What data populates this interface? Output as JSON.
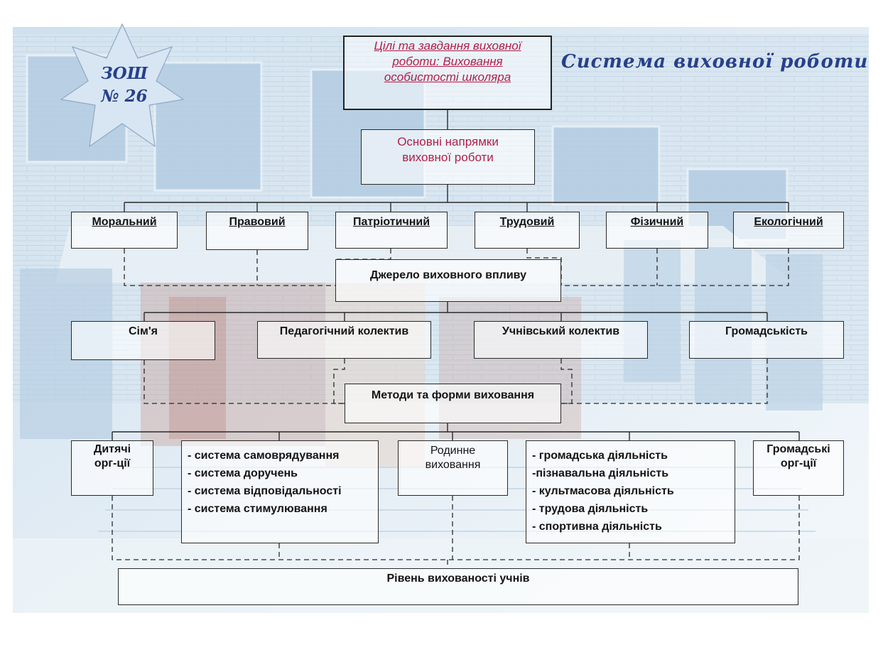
{
  "title": "Система виховної роботи",
  "badge": {
    "line1": "ЗОШ",
    "line2": "№ 26"
  },
  "goal": {
    "lines": [
      "Цілі та завдання виховної",
      "роботи: Виховання",
      "особистості школяра"
    ]
  },
  "directions_header": {
    "lines": [
      "Основні напрямки",
      "виховної роботи"
    ]
  },
  "directions": [
    "Моральний",
    "Правовий",
    "Патріотичний",
    "Трудовий",
    "Фізичний",
    "Екологічний"
  ],
  "sources_header": "Джерело виховного впливу",
  "sources": [
    "Сім'я",
    "Педагогічний колектив",
    "Учнівський колектив",
    "Громадськість"
  ],
  "methods_header": "Методи та форми виховання",
  "methods": {
    "children_orgs": [
      "Дитячі",
      "орг-ції"
    ],
    "systems": [
      "- система самоврядування",
      "- система доручень",
      "- система відповідальності",
      "- система стимулювання"
    ],
    "family_education": [
      "Родинне",
      "виховання"
    ],
    "activities": [
      "- громадська діяльність",
      "-пізнавальна діяльність",
      "- культмасова діяльність",
      "- трудова діяльність",
      "- спортивна діяльність"
    ],
    "public_orgs": [
      "Громадські",
      "орг-ції"
    ]
  },
  "result": "Рівень вихованості учнів",
  "colors": {
    "title": "#27408a",
    "goal_text": "#b0204a",
    "star_fill": "#d8e6f3",
    "background_tint": "#c9dceb"
  }
}
